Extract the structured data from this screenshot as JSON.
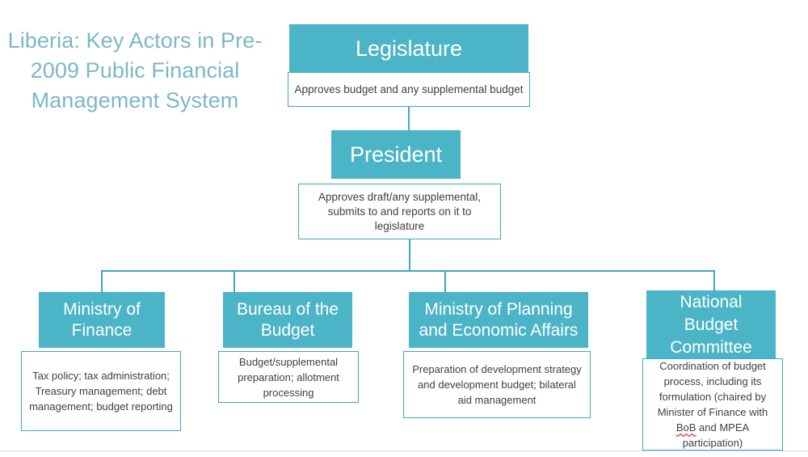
{
  "title": {
    "text": "Liberia: Key Actors in Pre-2009 Public Financial Management System",
    "color": "#7CB8C5"
  },
  "theme": {
    "header_fill": "#4CB4C7",
    "border": "#3FA8BE",
    "connector": "#3FA8BE",
    "desc_fill": "#FFFFFF",
    "desc_text": "#404040",
    "footer_rule": "#D9D9D9"
  },
  "nodes": {
    "legislature": {
      "label": "Legislature",
      "description": "Approves budget and any supplemental budget"
    },
    "president": {
      "label": "President",
      "description": "Approves draft/any supplemental, submits to and reports on it to legislature"
    },
    "ministry_of_finance": {
      "label": "Ministry of Finance",
      "description": "Tax policy; tax administration; Treasury management; debt management; budget reporting"
    },
    "bureau_of_the_budget": {
      "label": "Bureau of the Budget",
      "description": "Budget/supplemental preparation; allotment processing"
    },
    "ministry_of_planning": {
      "label": "Ministry of Planning and Economic Affairs",
      "description": "Preparation of development strategy and development budget; bilateral aid management"
    },
    "national_budget_committee": {
      "label": "National Budget Committee",
      "description_part1": "Coordination of budget process, including its formulation (chaired by Minister of Finance with ",
      "description_misspelled": "BoB",
      "description_part2": " and MPEA participation)"
    }
  }
}
